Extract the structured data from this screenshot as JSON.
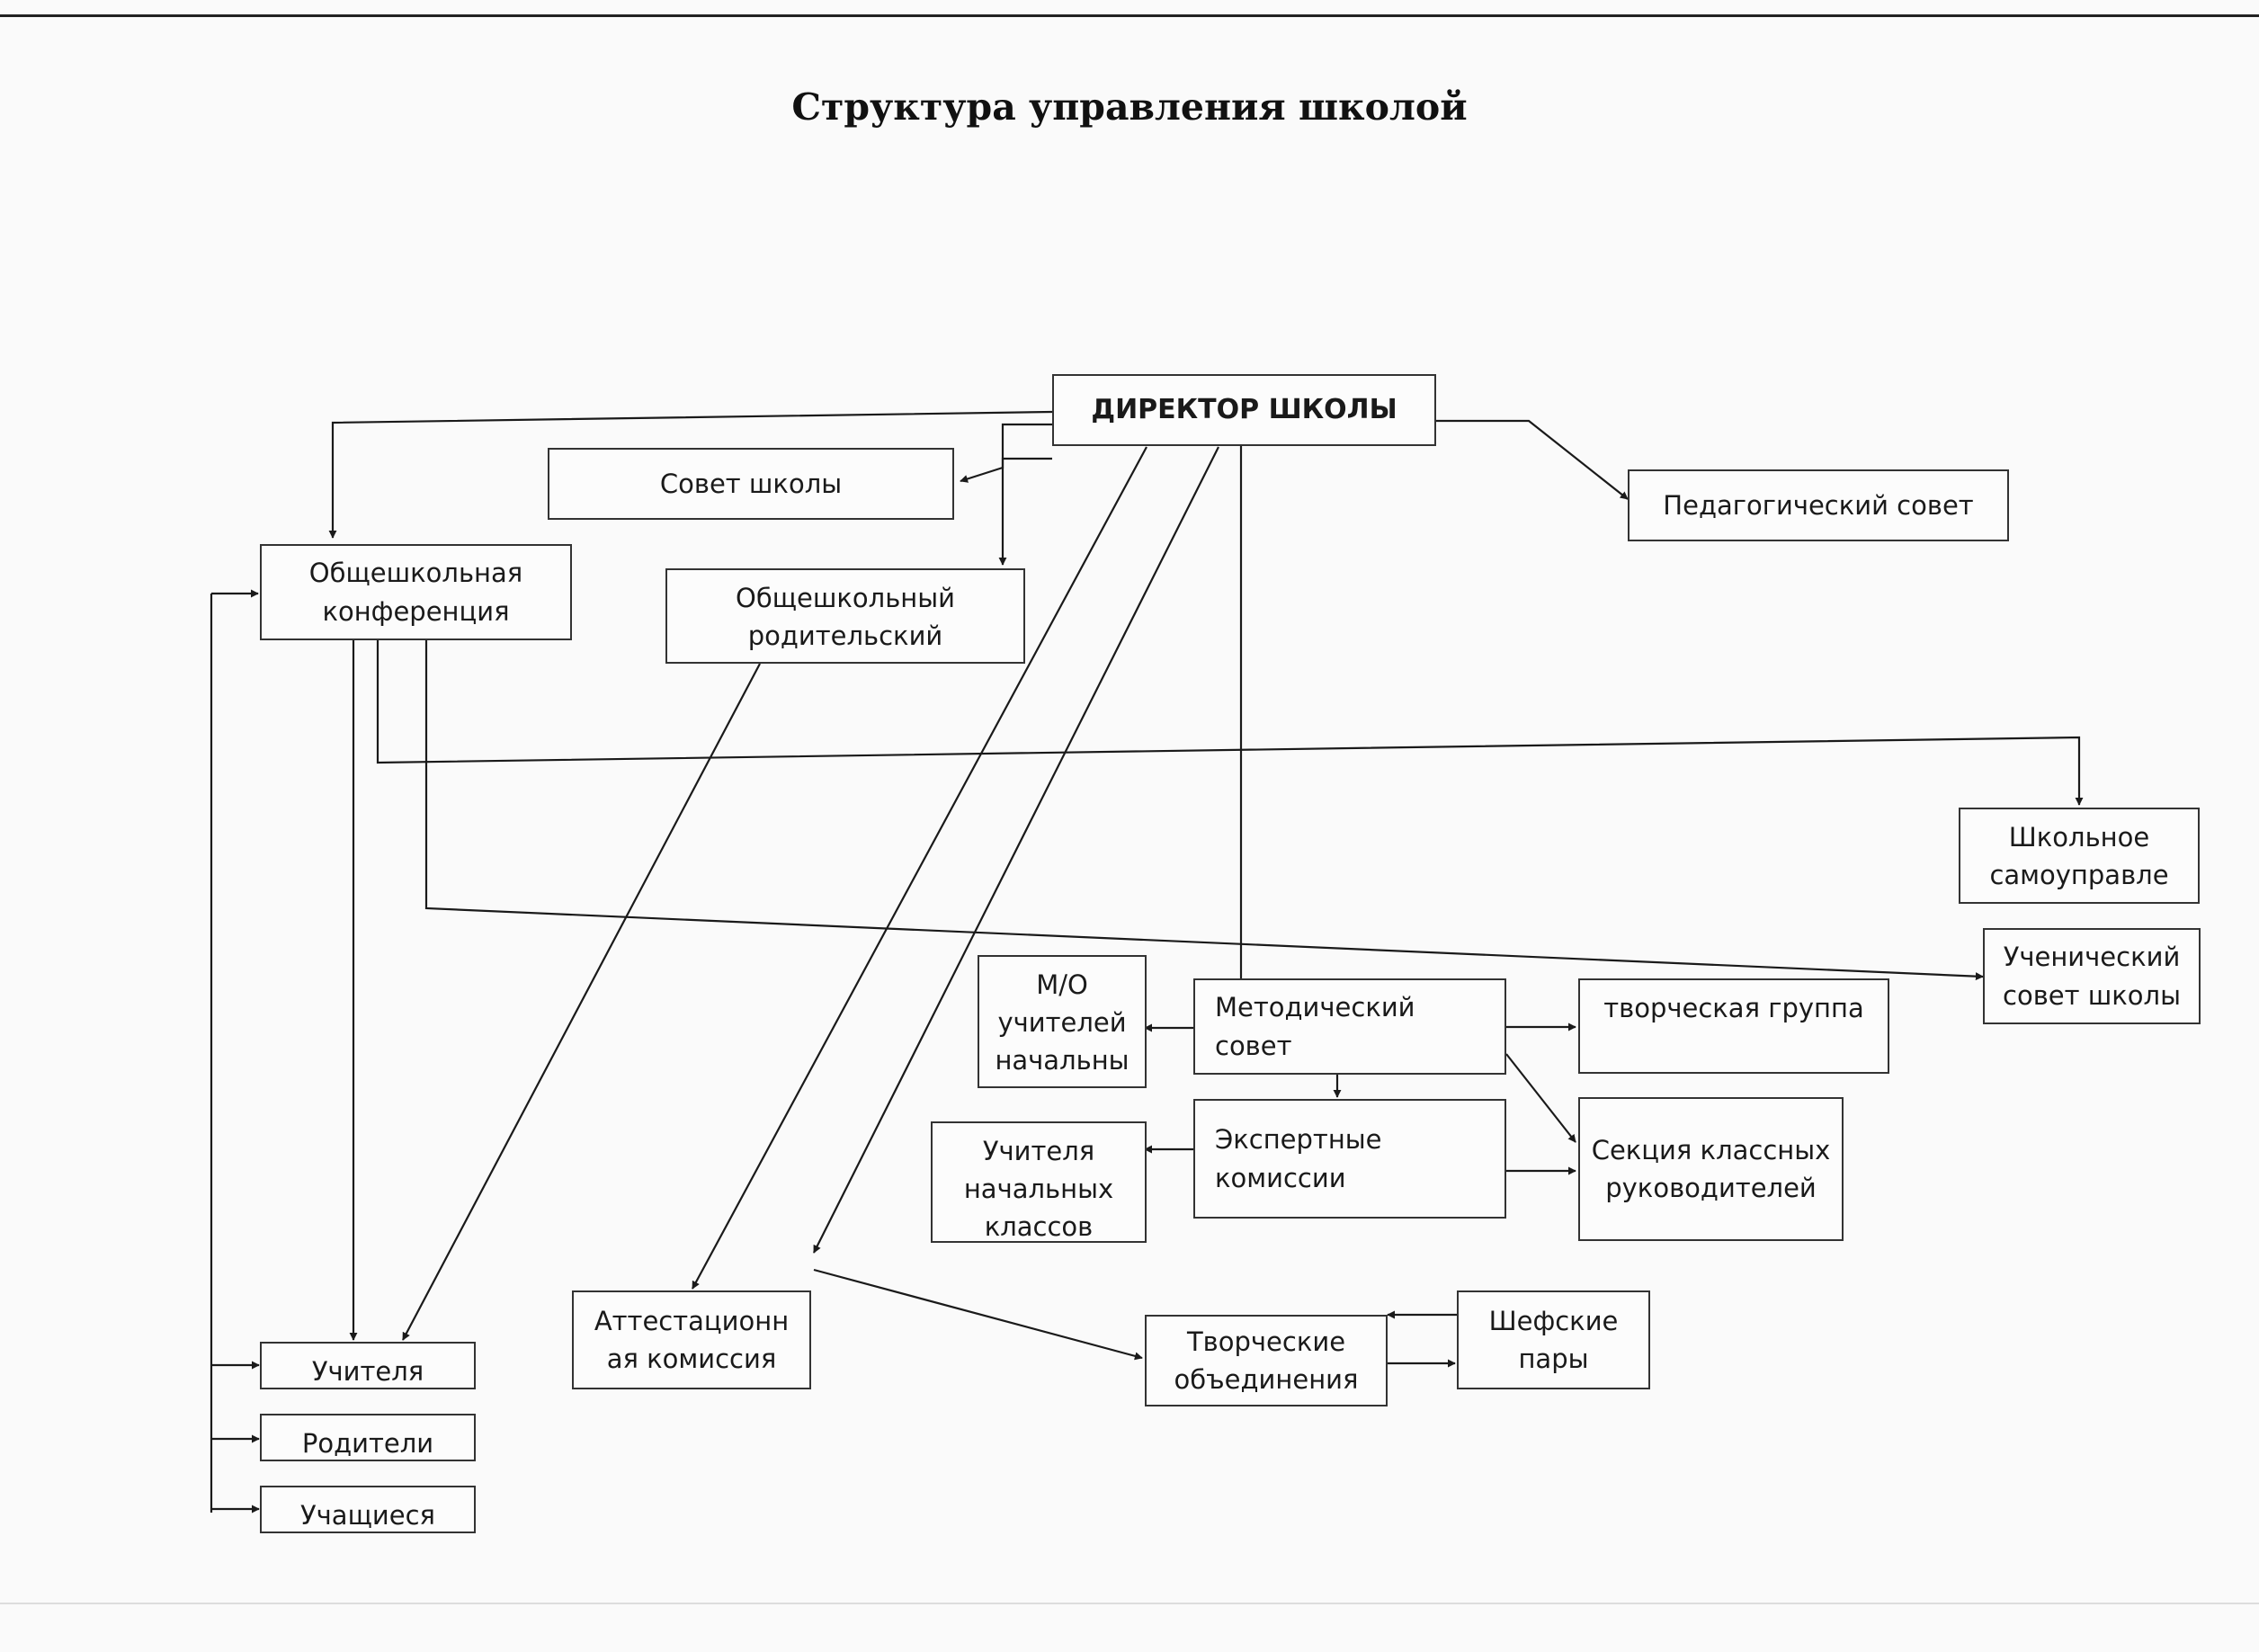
{
  "title": "Структура управления школой",
  "nodes": {
    "director": "ДИРЕКТОР ШКОЛЫ",
    "school_council": "Совет школы",
    "pedagogical_council": "Педагогический совет",
    "general_conference": "Общешкольная конференция",
    "parent_committee": "Общешкольный родительский",
    "school_self_government": "Школьное самоуправле",
    "student_council": "Ученический совет школы",
    "methodical_council": "Методический совет",
    "mo_primary_teachers": "М/О учителей начальны",
    "creative_group": "творческая группа",
    "expert_commissions": "Экспертные комиссии",
    "primary_teachers": "Учителя начальных классов",
    "class_teachers_section": "Секция классных руководителей",
    "attestation_commission": "Аттестационн ая комиссия",
    "creative_associations": "Творческие объединения",
    "patron_pairs": "Шефские пары",
    "teachers": "Учителя",
    "parents": "Родители",
    "students": "Учащиеся"
  }
}
